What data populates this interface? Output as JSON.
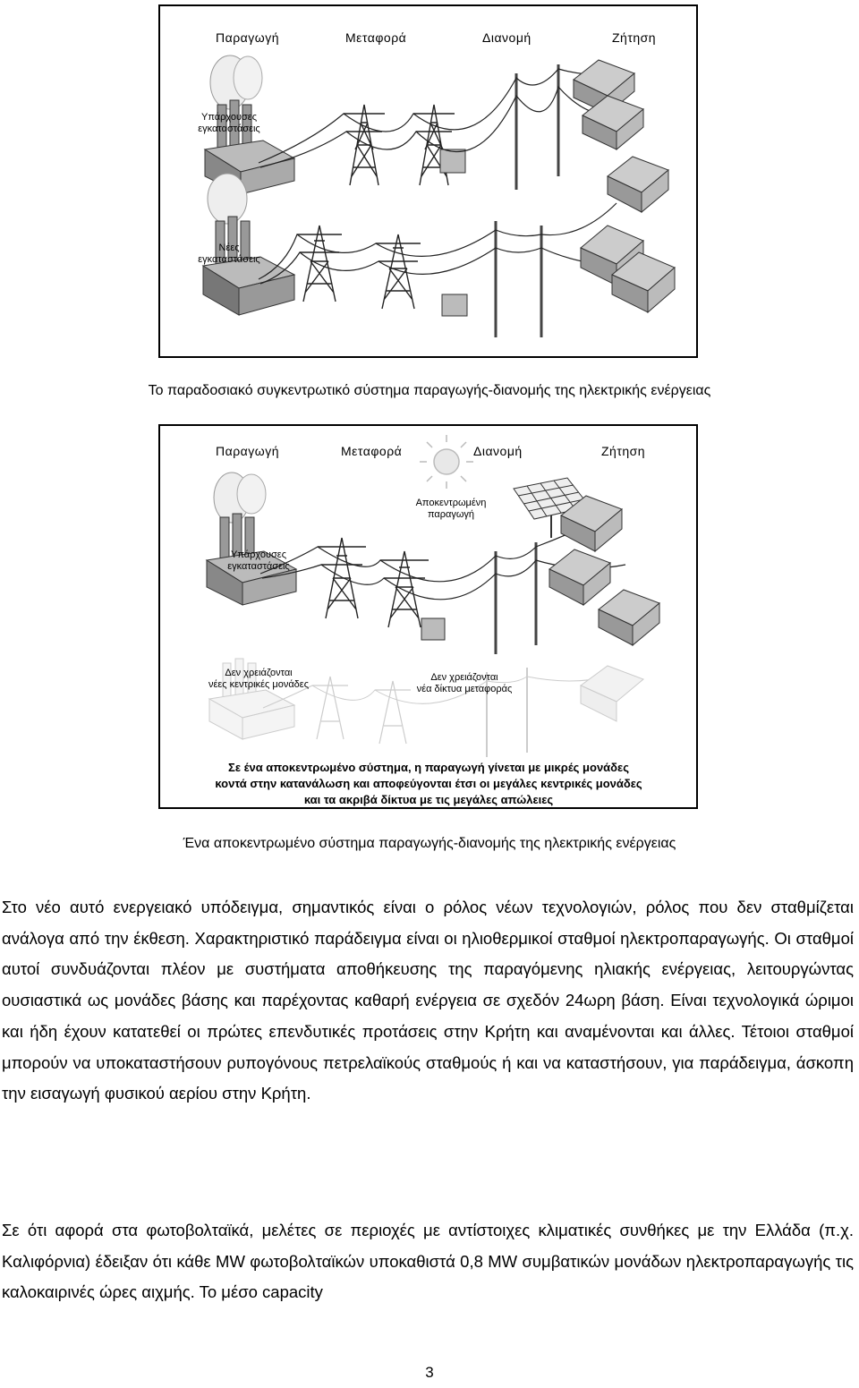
{
  "figure1": {
    "stages": [
      "Παραγωγή",
      "Μεταφορά",
      "Διανομή",
      "Ζήτηση"
    ],
    "existing_label_1": "Υπάρχουσες",
    "existing_label_2": "εγκαταστάσεις",
    "new_label_1": "Νέες",
    "new_label_2": "εγκαταστάσεις"
  },
  "caption1": "Το παραδοσιακό συγκεντρωτικό σύστημα παραγωγής-διανομής της ηλεκτρικής ενέργειας",
  "figure2": {
    "stages": [
      "Παραγωγή",
      "Μεταφορά",
      "Διανομή",
      "Ζήτηση"
    ],
    "decentral_label_1": "Αποκεντρωμένη",
    "decentral_label_2": "παραγωγή",
    "existing_label_1": "Υπάρχουσες",
    "existing_label_2": "εγκαταστάσεις",
    "no_new_plants_1": "Δεν χρειάζονται",
    "no_new_plants_2": "νέες κεντρικές μονάδες",
    "no_new_grid_1": "Δεν χρειάζονται",
    "no_new_grid_2": "νέα δίκτυα μεταφοράς",
    "summary_1": "Σε ένα αποκεντρωμένο σύστημα, η παραγωγή γίνεται με μικρές μονάδες",
    "summary_2": "κοντά στην κατανάλωση και αποφεύγονται έτσι οι μεγάλες κεντρικές μονάδες",
    "summary_3": "και τα ακριβά δίκτυα με τις μεγάλες απώλειες"
  },
  "caption2": "Ένα αποκεντρωμένο σύστημα παραγωγής-διανομής της ηλεκτρικής ενέργειας",
  "paragraph1": "Στο νέο αυτό ενεργειακό υπόδειγμα, σημαντικός είναι ο ρόλος νέων τεχνολογιών, ρόλος που δεν σταθμίζεται ανάλογα από την έκθεση. Χαρακτηριστικό παράδειγμα είναι οι ηλιοθερμικοί σταθμοί ηλεκτροπαραγωγής. Οι σταθμοί αυτοί συνδυάζονται πλέον με συστήματα αποθήκευσης της παραγόμενης ηλιακής ενέργειας, λειτουργώντας ουσιαστικά ως μονάδες βάσης και παρέχοντας καθαρή ενέργεια σε σχεδόν 24ωρη βάση. Είναι τεχνολογικά ώριμοι και ήδη έχουν κατατεθεί οι πρώτες επενδυτικές προτάσεις στην Κρήτη και αναμένονται και άλλες. Τέτοιοι σταθμοί μπορούν να υποκαταστήσουν ρυπογόνους πετρελαϊκούς σταθμούς ή και να καταστήσουν, για παράδειγμα, άσκοπη την εισαγωγή φυσικού αερίου στην Κρήτη.",
  "paragraph2": "Σε ότι αφορά στα φωτοβολταϊκά, μελέτες σε περιοχές με αντίστοιχες κλιματικές συνθήκες με την Ελλάδα (π.χ. Καλιφόρνια) έδειξαν ότι κάθε MW φωτοβολταϊκών υποκαθιστά 0,8 MW συμβατικών μονάδων ηλεκτροπαραγωγής τις καλοκαιρινές ώρες αιχμής. Το μέσο capacity",
  "page_number": "3"
}
